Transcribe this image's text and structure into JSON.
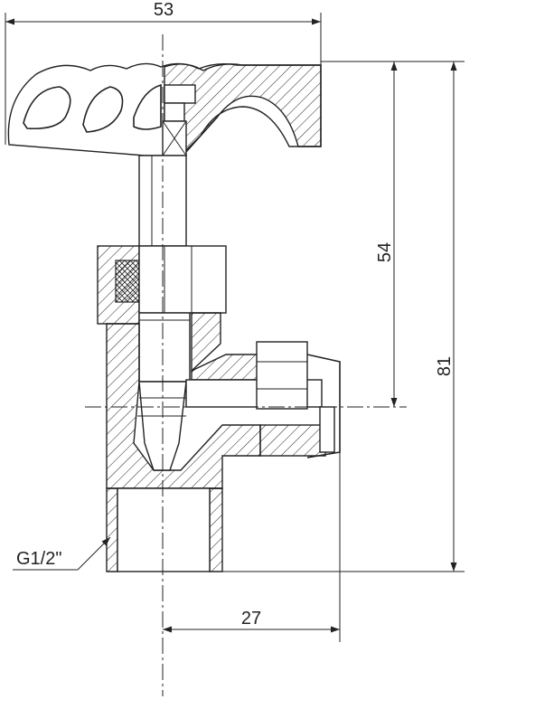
{
  "dimensions": {
    "top_width": "53",
    "height_54": "54",
    "height_81": "81",
    "bottom_width": "27"
  },
  "thread_label": "G1/2\""
}
